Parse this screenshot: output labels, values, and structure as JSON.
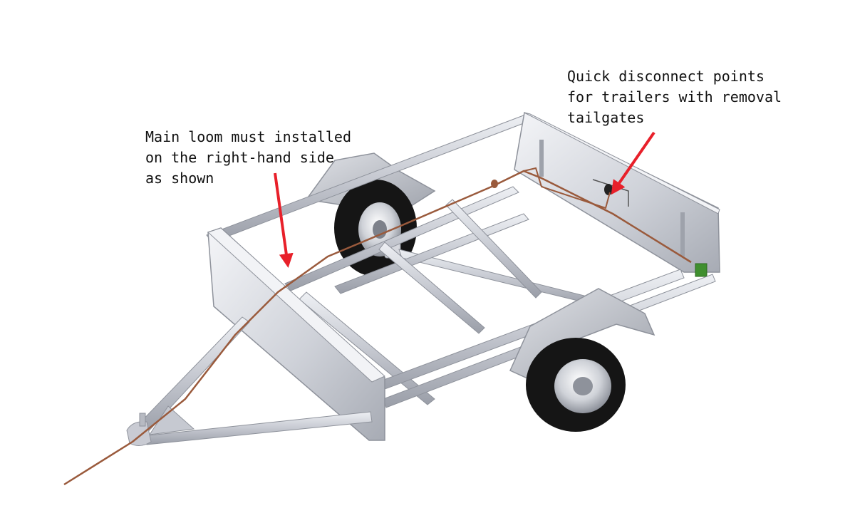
{
  "annotations": {
    "main_loom": {
      "lines": [
        "Main loom must installed",
        "on the right-hand side",
        "as shown"
      ]
    },
    "quick_disconnect": {
      "lines": [
        "Quick disconnect points",
        "for trailers with removal",
        "tailgates"
      ]
    }
  },
  "colors": {
    "arrow": "#e8202a",
    "wire": "#9a5a3c",
    "frame": "#c9cbd3",
    "frame_shadow": "#8f929c",
    "tyre": "#151515",
    "rim": "#d6d8de",
    "connector": "#3f8f2e"
  },
  "icons": {
    "trailer": "box-trailer-3d-render",
    "arrows": "red-pointer-arrow-icon"
  }
}
